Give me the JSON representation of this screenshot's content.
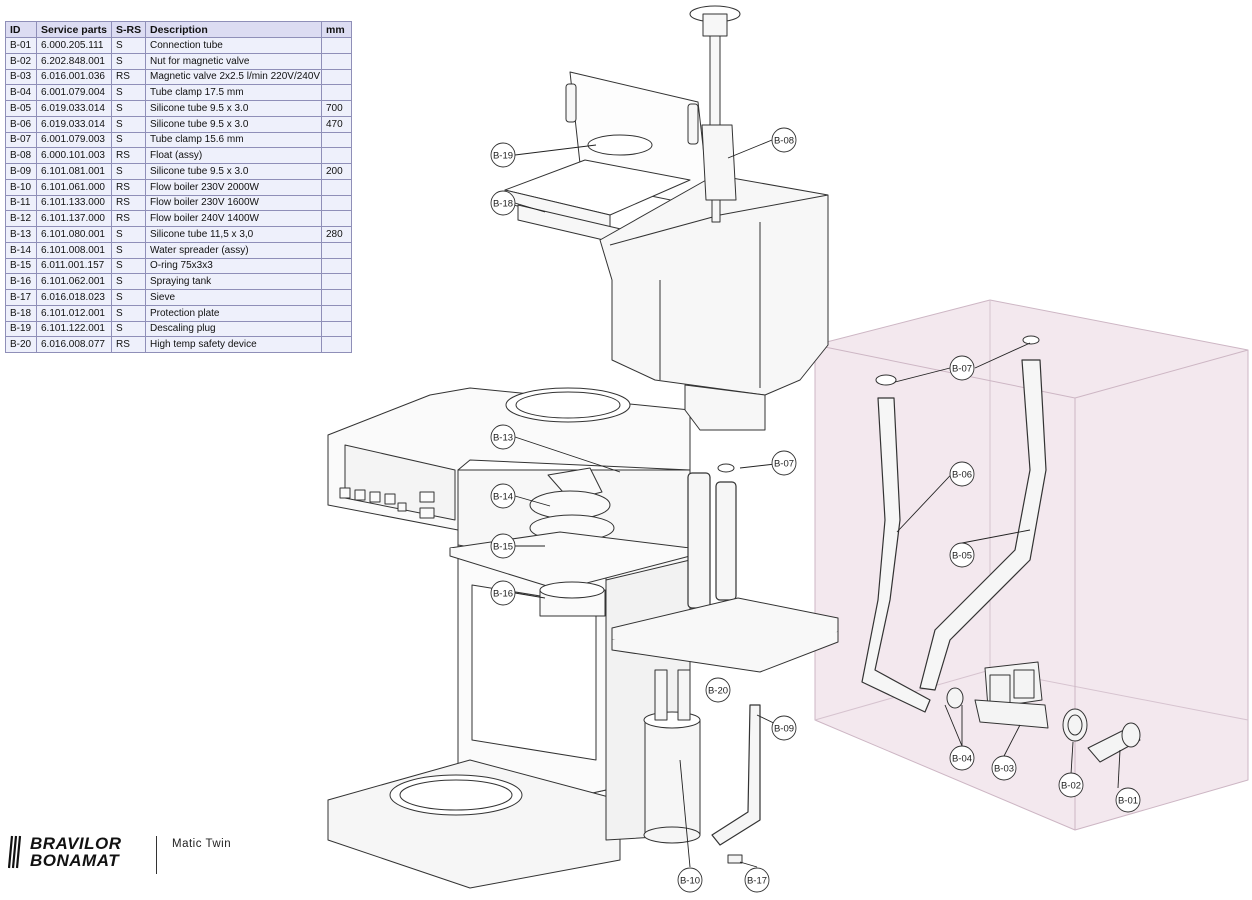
{
  "parts_table": {
    "headers": [
      "ID",
      "Service parts",
      "S-RS",
      "Description",
      "mm"
    ],
    "rows": [
      {
        "id": "B-01",
        "part": "6.000.205.111",
        "srs": "S",
        "desc": "Connection tube",
        "mm": ""
      },
      {
        "id": "B-02",
        "part": "6.202.848.001",
        "srs": "S",
        "desc": "Nut for magnetic valve",
        "mm": ""
      },
      {
        "id": "B-03",
        "part": "6.016.001.036",
        "srs": "RS",
        "desc": "Magnetic valve 2x2.5 l/min 220V/240V",
        "mm": ""
      },
      {
        "id": "B-04",
        "part": "6.001.079.004",
        "srs": "S",
        "desc": "Tube clamp 17.5 mm",
        "mm": ""
      },
      {
        "id": "B-05",
        "part": "6.019.033.014",
        "srs": "S",
        "desc": "Silicone tube 9.5 x 3.0",
        "mm": "700"
      },
      {
        "id": "B-06",
        "part": "6.019.033.014",
        "srs": "S",
        "desc": "Silicone tube 9.5 x 3.0",
        "mm": "470"
      },
      {
        "id": "B-07",
        "part": "6.001.079.003",
        "srs": "S",
        "desc": "Tube clamp 15.6 mm",
        "mm": ""
      },
      {
        "id": "B-08",
        "part": "6.000.101.003",
        "srs": "RS",
        "desc": "Float (assy)",
        "mm": ""
      },
      {
        "id": "B-09",
        "part": "6.101.081.001",
        "srs": "S",
        "desc": "Silicone tube 9.5 x 3.0",
        "mm": "200"
      },
      {
        "id": "B-10",
        "part": "6.101.061.000",
        "srs": "RS",
        "desc": "Flow boiler 230V 2000W",
        "mm": ""
      },
      {
        "id": "B-11",
        "part": "6.101.133.000",
        "srs": "RS",
        "desc": "Flow boiler 230V 1600W",
        "mm": ""
      },
      {
        "id": "B-12",
        "part": "6.101.137.000",
        "srs": "RS",
        "desc": "Flow boiler 240V 1400W",
        "mm": ""
      },
      {
        "id": "B-13",
        "part": "6.101.080.001",
        "srs": "S",
        "desc": "Silicone tube 11,5 x 3,0",
        "mm": "280"
      },
      {
        "id": "B-14",
        "part": "6.101.008.001",
        "srs": "S",
        "desc": "Water spreader (assy)",
        "mm": ""
      },
      {
        "id": "B-15",
        "part": "6.011.001.157",
        "srs": "S",
        "desc": "O-ring 75x3x3",
        "mm": ""
      },
      {
        "id": "B-16",
        "part": "6.101.062.001",
        "srs": "S",
        "desc": "Spraying tank",
        "mm": ""
      },
      {
        "id": "B-17",
        "part": "6.016.018.023",
        "srs": "S",
        "desc": "Sieve",
        "mm": ""
      },
      {
        "id": "B-18",
        "part": "6.101.012.001",
        "srs": "S",
        "desc": "Protection plate",
        "mm": ""
      },
      {
        "id": "B-19",
        "part": "6.101.122.001",
        "srs": "S",
        "desc": "Descaling plug",
        "mm": ""
      },
      {
        "id": "B-20",
        "part": "6.016.008.077",
        "srs": "RS",
        "desc": "High temp safety device",
        "mm": ""
      }
    ]
  },
  "callouts": [
    "B-01",
    "B-02",
    "B-03",
    "B-04",
    "B-05",
    "B-06",
    "B-07",
    "B-07",
    "B-08",
    "B-09",
    "B-10",
    "B-13",
    "B-14",
    "B-15",
    "B-16",
    "B-17",
    "B-18",
    "B-19",
    "B-20"
  ],
  "brand": {
    "line1": "BRAVILOR",
    "line2": "BONAMAT",
    "model": "Matic Twin"
  },
  "colors": {
    "table_header": "#dcdcf2",
    "table_row": "#eef0fb",
    "line": "#333333",
    "box_fill": "#f1e5ec"
  }
}
